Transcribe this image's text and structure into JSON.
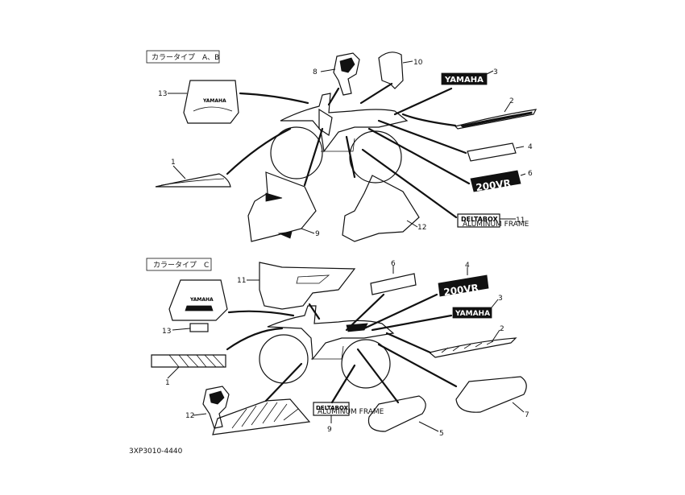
{
  "sections": [
    {
      "title": "カラータイプ　A、B"
    },
    {
      "title": "カラータイプ　C"
    }
  ],
  "brand": {
    "yamaha": "YAMAHA",
    "model": "200VR",
    "deltabox": "DELTABOX",
    "deltabox_sub": "ALUMINUM FRAME"
  },
  "callouts_top": [
    "1",
    "2",
    "3",
    "4",
    "6",
    "8",
    "10",
    "11",
    "12",
    "9",
    "13"
  ],
  "callouts_bottom": [
    "1",
    "2",
    "3",
    "4",
    "5",
    "6",
    "7",
    "9",
    "11",
    "12",
    "13"
  ],
  "footer": {
    "part_code": "3XP3010-4440"
  }
}
